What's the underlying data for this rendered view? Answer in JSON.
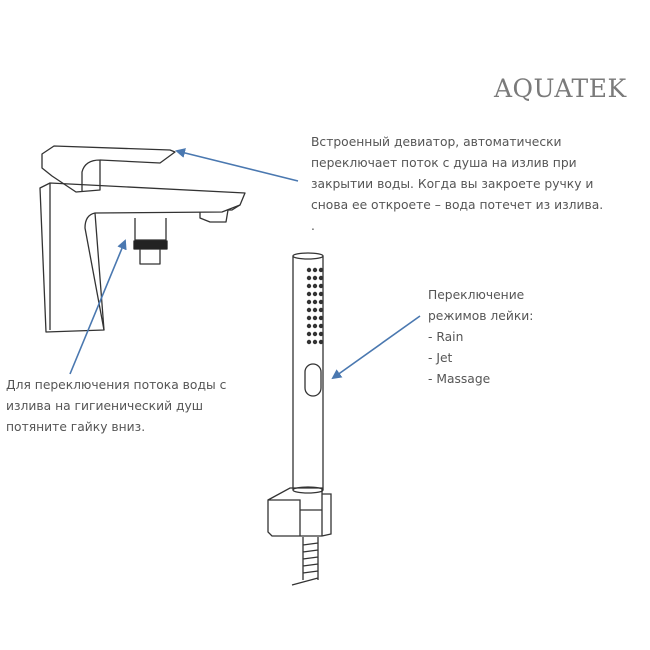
{
  "brand": {
    "logo_text": "AQUATEK"
  },
  "annotations": {
    "diverter": {
      "lines": [
        "Встроенный девиатор, автоматически",
        "переключает поток с душа на излив при",
        "закрытии воды. Когда вы закроете ручку и",
        "снова ее откроете – вода потечет из излива.",
        "."
      ]
    },
    "pull_nut": {
      "lines": [
        "Для переключения потока воды с",
        "излива на гигиенический душ",
        "потяните гайку вниз."
      ]
    },
    "modes": {
      "lines": [
        "Переключение",
        "режимов лейки:",
        "- Rain",
        "- Jet",
        "- Massage"
      ]
    }
  },
  "colors": {
    "arrow": "#4a78b0",
    "outline": "#333333",
    "text": "#555555"
  }
}
